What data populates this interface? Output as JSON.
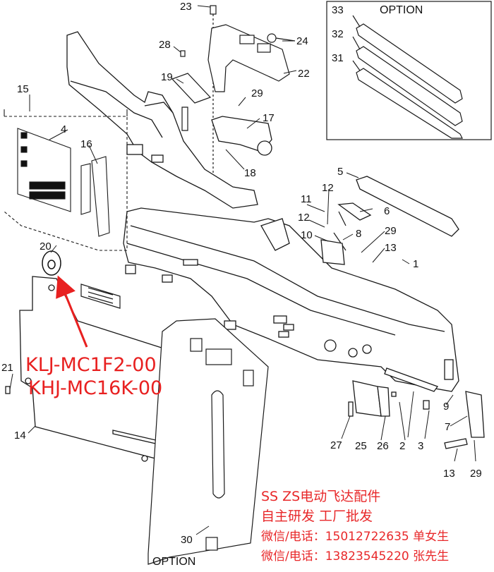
{
  "callouts": {
    "c1": "1",
    "c2": "2",
    "c3": "3",
    "c4": "4",
    "c5": "5",
    "c6": "6",
    "c7": "7",
    "c8": "8",
    "c9": "9",
    "c10": "10",
    "c11": "11",
    "c12a": "12",
    "c12b": "12",
    "c13a": "13",
    "c13b": "13",
    "c14": "14",
    "c15": "15",
    "c16": "16",
    "c17": "17",
    "c18": "18",
    "c19": "19",
    "c20": "20",
    "c21": "21",
    "c22": "22",
    "c23": "23",
    "c24": "24",
    "c25": "25",
    "c26": "26",
    "c27": "27",
    "c28": "28",
    "c29a": "29",
    "c29b": "29",
    "c29c": "29",
    "c30": "30",
    "c31": "31",
    "c32": "32",
    "c33": "33"
  },
  "option_labels": {
    "top": "OPTION",
    "bottom": "OPTION"
  },
  "part_numbers": [
    "KLJ-MC1F2-00",
    "KHJ-MC16K-00"
  ],
  "vendor_text": [
    "SS ZS电动飞达配件",
    "自主研发  工厂批发",
    "微信/电话：15012722635 单女生",
    "微信/电话：13823545220 张先生"
  ],
  "colors": {
    "annotation": "#e8282a",
    "line": "#1a1a1a"
  }
}
